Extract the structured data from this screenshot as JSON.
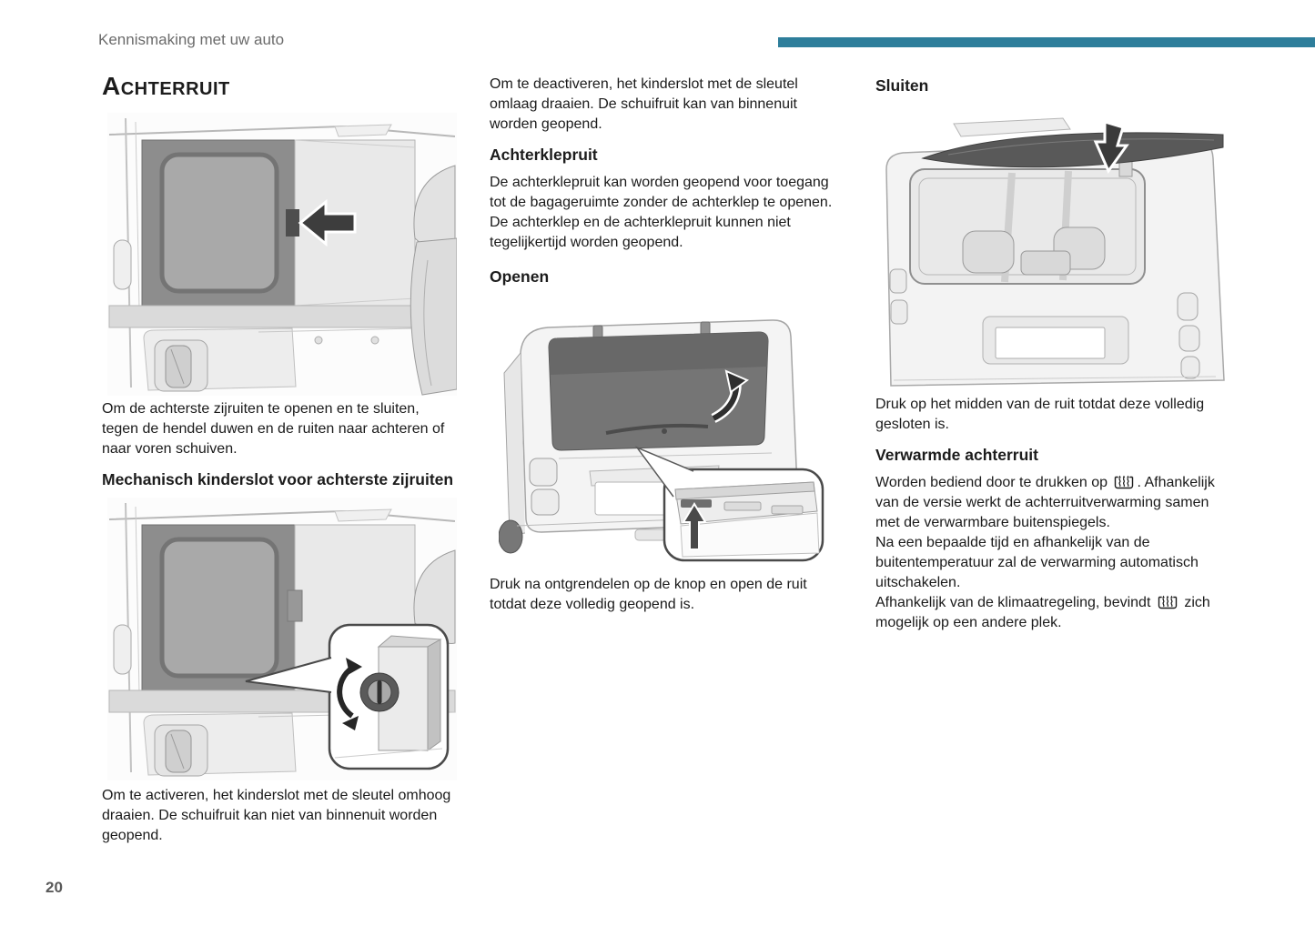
{
  "page": {
    "header": "Kennismaking met uw auto",
    "page_number": "20",
    "accent_color": "#2e7e9b"
  },
  "left_column": {
    "title": "Achterruit",
    "para1": "Om de achterste zijruiten te openen en te sluiten, tegen de hendel duwen en de ruiten naar achteren of naar voren schuiven.",
    "heading_child_lock": "Mechanisch kinderslot voor achterste zijruiten",
    "para2": "Om te activeren, het kinderslot met de sleutel omhoog draaien. De schuifruit kan niet van binnenuit worden geopend."
  },
  "middle_column": {
    "para1": "Om te deactiveren, het kinderslot met de sleutel omlaag draaien. De schuifruit kan van binnenuit worden geopend.",
    "heading_tailgate_window": "Achterklepruit",
    "para2a": "De achterklepruit kan worden geopend voor toegang tot de bagageruimte zonder de achterklep te openen.",
    "para2b": "De achterklep en de achterklepruit kunnen niet tegelijkertijd worden geopend.",
    "heading_open": "Openen",
    "para3": "Druk na ontgrendelen op de knop en open de ruit totdat deze volledig geopend is."
  },
  "right_column": {
    "heading_close": "Sluiten",
    "para1": "Druk op het midden van de ruit totdat deze volledig gesloten is.",
    "heading_heated": "Verwarmde achterruit",
    "para2_before_icon": "Worden bediend door te drukken op",
    "para2_after_icon": ". Afhankelijk van de versie werkt de achterruitverwarming samen met de verwarmbare buitenspiegels.",
    "para3": "Na een bepaalde tijd en afhankelijk van de buitentemperatuur zal de verwarming automatisch uitschakelen.",
    "para4_before_icon": "Afhankelijk van de klimaatregeling, bevindt",
    "para4_after_icon": "zich mogelijk op een andere plek."
  },
  "icons": {
    "demist": "rear-window-demist-icon"
  }
}
